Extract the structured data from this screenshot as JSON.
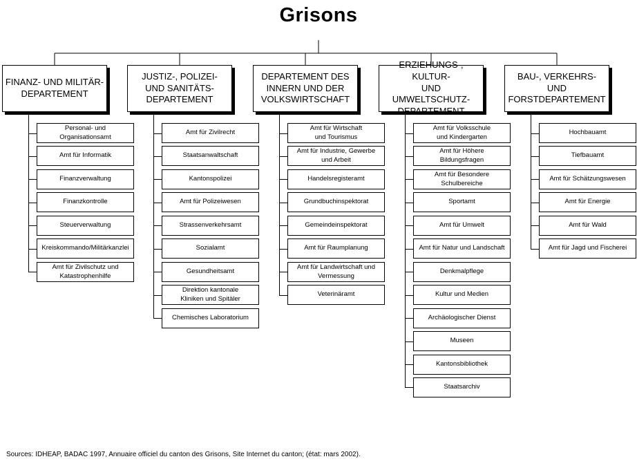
{
  "title": "Grisons",
  "departments": [
    {
      "name": "FINANZ- UND MILITÄR-\nDEPARTEMENT",
      "offices": [
        "Personal- und\nOrganisationsamt",
        "Amt für Informatik",
        "Finanzverwaltung",
        "Finanzkontrolle",
        "Steuerverwaltung",
        "Kreiskommando/Militärkanzlei",
        "Amt für Zivilschutz und\nKatastrophenhilfe"
      ]
    },
    {
      "name": "JUSTIZ-, POLIZEI-\nUND SANITÄTS-\nDEPARTEMENT",
      "offices": [
        "Amt für Zivilrecht",
        "Staatsanwaltschaft",
        "Kantonspolizei",
        "Amt für Polizeiwesen",
        "Strassenverkehrsamt",
        "Sozialamt",
        "Gesundheitsamt",
        "Direktion kantonale\nKliniken und Spitäler",
        "Chemisches Laboratorium"
      ]
    },
    {
      "name": "DEPARTEMENT DES\nINNERN UND DER\nVOLKSWIRTSCHAFT",
      "offices": [
        "Amt für Wirtschaft\nund Tourismus",
        "Amt für Industrie, Gewerbe\nund Arbeit",
        "Handelsregisteramt",
        "Grundbuchinspektorat",
        "Gemeindeinspektorat",
        "Amt für Raumplanung",
        "Amt für Landwirtschaft  und\nVermessung",
        "Veterinäramt"
      ]
    },
    {
      "name": "ERZIEHUNGS-, KULTUR-\nUND UMWELTSCHUTZ-\nDEPARTEMENT",
      "offices": [
        "Amt für Volksschule\nund Kindergarten",
        "Amt für Höhere\nBildungsfragen",
        "Amt für Besondere\nSchulbereiche",
        "Sportamt",
        "Amt für Umwelt",
        "Amt für Natur und Landschaft",
        "Denkmalpflege",
        "Kultur und Medien",
        "Archäologischer Dienst",
        "Museen",
        "Kantonsbibliothek",
        "Staatsarchiv"
      ]
    },
    {
      "name": "BAU-, VERKEHRS- UND\nFORSTDEPARTEMENT",
      "offices": [
        "Hochbauamt",
        "Tiefbauamt",
        "Amt für Schätzungswesen",
        "Amt für Energie",
        "Amt für Wald",
        "Amt für Jagd und Fischerei"
      ]
    }
  ],
  "source": "Sources: IDHEAP, BADAC 1997,  Annuaire officiel du canton des Grisons, Site Internet du canton; (état: mars 2002)."
}
